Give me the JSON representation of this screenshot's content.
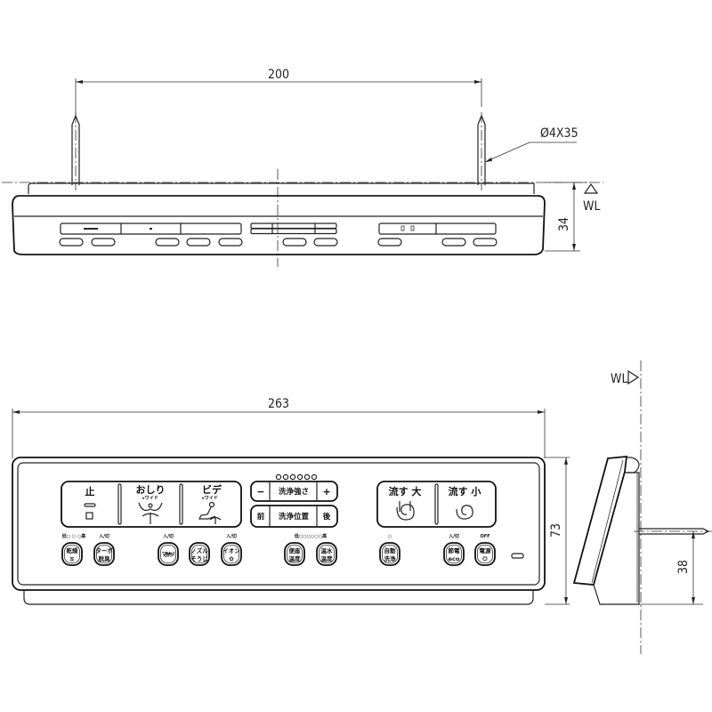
{
  "drawing": {
    "title": "Toilet wall remote controller - dimension drawing",
    "top_view": {
      "dim_pin_spacing": "200",
      "dim_pin_spec": "Ø4X35",
      "dim_height": "34",
      "wl_label": "WL"
    },
    "front_view": {
      "dim_width": "263",
      "dim_height": "73"
    },
    "side_view": {
      "wl_label": "WL",
      "dim_pin_height": "38"
    }
  },
  "panel": {
    "left_group": {
      "stop": {
        "label": "止"
      },
      "oshiri": {
        "label": "おしり",
        "sub": "▸ワイド"
      },
      "bidet": {
        "label": "ビデ",
        "sub": "▸ワイド"
      }
    },
    "center_group": {
      "strength": {
        "minus": "−",
        "label": "洗浄強さ",
        "plus": "+"
      },
      "position": {
        "front": "前",
        "label": "洗浄位置",
        "back": "後"
      }
    },
    "right_group": {
      "flush_large": {
        "label": "流す 大"
      },
      "flush_small": {
        "label": "流す 小"
      }
    },
    "buttons": [
      {
        "id": "dry",
        "top_label": "低○ ○ ○高",
        "line1": "乾燥",
        "line2": "≋"
      },
      {
        "id": "turbo-deodorize",
        "top_label": "入/切",
        "line1": "ターボ",
        "line2": "脱臭"
      },
      {
        "id": "massage",
        "top_label": "入/切",
        "line1": "マッサージ",
        "line2": ""
      },
      {
        "id": "nozzle-clean",
        "top_label": "",
        "line1": "ノズル",
        "line2": "そうじ"
      },
      {
        "id": "ion",
        "top_label": "入/切",
        "line1": "イオン",
        "line2": "✿"
      },
      {
        "id": "seat-temp",
        "top_label": "低○○○○○○高",
        "line1": "便座",
        "line2": "温度"
      },
      {
        "id": "water-temp",
        "top_label": "",
        "line1": "温水",
        "line2": "温度"
      },
      {
        "id": "auto-clean",
        "top_label": "○",
        "line1": "自動",
        "line2": "洗浄"
      },
      {
        "id": "power-save",
        "top_label": "入/切",
        "line1": "節電",
        "line2": "eco"
      },
      {
        "id": "power",
        "top_label": "OFF",
        "line1": "電源",
        "line2": "⏻"
      }
    ],
    "strength_indicator_count": 6
  }
}
